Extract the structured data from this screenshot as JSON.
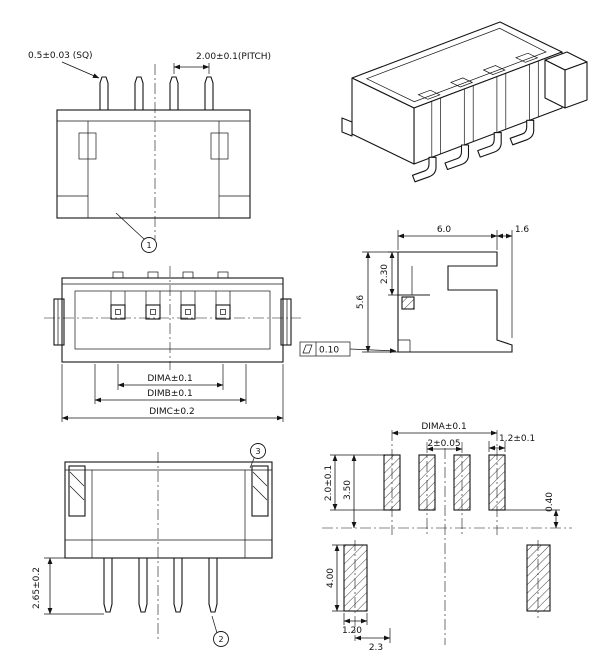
{
  "page": {
    "background": "#ffffff",
    "line_color": "#141414"
  },
  "front_view": {
    "dim_pin_square": "0.5±0.03 (SQ)",
    "dim_pitch": "2.00±0.1(PITCH)",
    "callout_housing": "1"
  },
  "mating_view": {
    "dim_a": "DIMA±0.1",
    "dim_b": "DIMB±0.1",
    "dim_c": "DIMC±0.2"
  },
  "side_view": {
    "dim_body_width": "6.0",
    "dim_tail": "1.6",
    "dim_upper_height": "2.30",
    "dim_total_height": "5.6",
    "flatness_value": "0.10"
  },
  "bottom_view": {
    "dim_pin_length": "2.65±0.2",
    "callout_pin": "2",
    "callout_clip": "3"
  },
  "footprint_view": {
    "dim_a": "DIMA±0.1",
    "dim_pitch": "2±0.05",
    "dim_pad_width": "1.2±0.1",
    "dim_pad_extent": "3.50",
    "dim_pad_height": "2.0±0.1",
    "dim_offset": "0.40",
    "dim_side_pad_height": "4.00",
    "dim_side_pad_width": "1.20",
    "dim_side_pad_pos": "2.3"
  }
}
